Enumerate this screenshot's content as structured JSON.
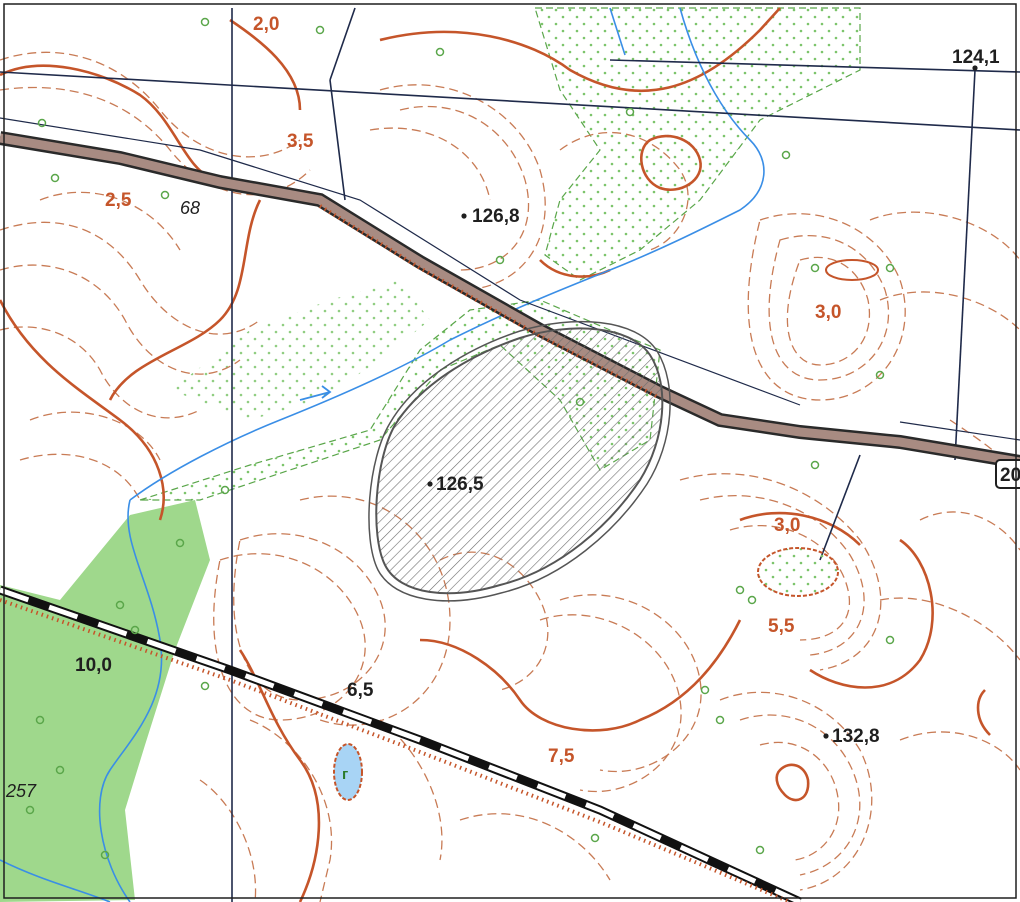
{
  "map": {
    "colors": {
      "background": "#ffffff",
      "contour": "#c87b55",
      "contour_index": "#c5552a",
      "water": "#3a8ee6",
      "forest": "#9fd88c",
      "meadow_dots": "#b9e2a9",
      "marsh_outline": "#5aa64a",
      "road_fill": "#a88b82",
      "road_edge": "#2a2a2a",
      "rail": "#111111",
      "grid_line": "#1f2a4a",
      "hatched_area": "#6e6e6e",
      "label_brown": "#c5552a",
      "label_black": "#1f1f1f"
    },
    "elevation_points": [
      {
        "label": "124,1"
      },
      {
        "label": "126,8"
      },
      {
        "label": "126,5"
      },
      {
        "label": "132,8"
      }
    ],
    "height_labels": [
      {
        "label": "2,0"
      },
      {
        "label": "3,5"
      },
      {
        "label": "2,5"
      },
      {
        "label": "3,0"
      },
      {
        "label": "3,0"
      },
      {
        "label": "5,5"
      },
      {
        "label": "7,5"
      },
      {
        "label": "6,5"
      },
      {
        "label": "10,0"
      }
    ],
    "other_labels": [
      {
        "label": "68"
      },
      {
        "label": "257"
      },
      {
        "label": "20"
      },
      {
        "label": "г"
      }
    ],
    "icons": {
      "pond": "pond-icon",
      "hatched_area": "hatched-zone-icon",
      "flow_arrow": "flow-arrow-icon"
    }
  }
}
